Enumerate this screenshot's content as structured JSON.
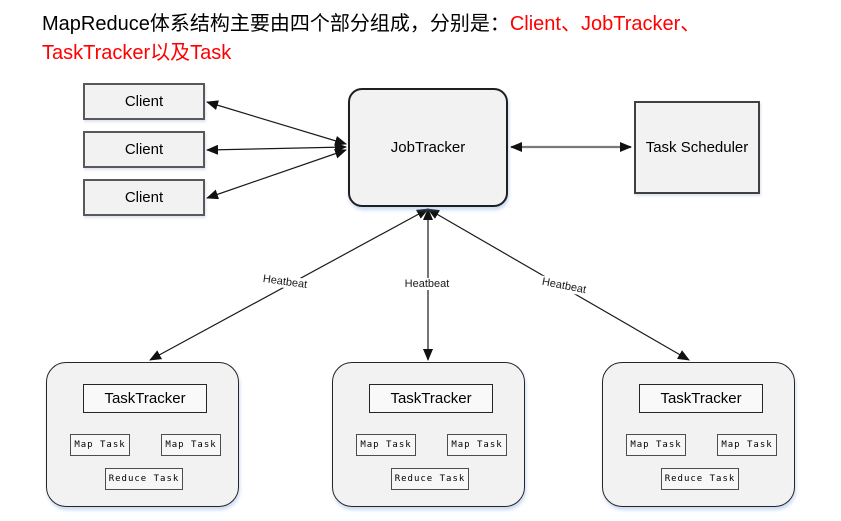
{
  "title": {
    "black": "MapReduce体系结构主要由四个部分组成，分别是：",
    "red_line1": "Client、JobTracker、",
    "red_line2": "TaskTracker以及Task"
  },
  "nodes": {
    "clients": [
      {
        "label": "Client"
      },
      {
        "label": "Client"
      },
      {
        "label": "Client"
      }
    ],
    "jobtracker": {
      "label": "JobTracker"
    },
    "task_scheduler": {
      "label": "Task Scheduler"
    },
    "trackers": [
      {
        "title": "TaskTracker",
        "map_task_1": "Map Task",
        "map_task_2": "Map Task",
        "reduce_task": "Reduce Task"
      },
      {
        "title": "TaskTracker",
        "map_task_1": "Map Task",
        "map_task_2": "Map Task",
        "reduce_task": "Reduce Task"
      },
      {
        "title": "TaskTracker",
        "map_task_1": "Map Task",
        "map_task_2": "Map Task",
        "reduce_task": "Reduce Task"
      }
    ]
  },
  "edges": {
    "heartbeat_labels": [
      {
        "label": "Heatbeat"
      },
      {
        "label": "Heatbeat"
      },
      {
        "label": "Heatbeat"
      }
    ]
  },
  "colors": {
    "title_text": "#000000",
    "title_highlight": "#ff0000",
    "node_fill": "#f2f2f2",
    "inner_node_fill": "#f7f7f7",
    "node_border": "#404040",
    "connector": "#1a1a1a",
    "scheduler_connector": "#7a7a7a",
    "background": "#ffffff"
  }
}
